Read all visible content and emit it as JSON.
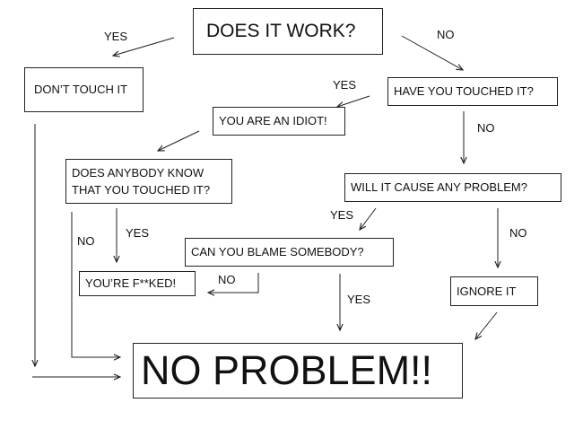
{
  "boxes": {
    "does_it_work": "DOES IT WORK?",
    "dont_touch_it": "DON’T TOUCH IT",
    "have_you_touched_it": "HAVE YOU TOUCHED IT?",
    "you_are_an_idiot": "YOU ARE AN IDIOT!",
    "does_anybody_know_line1": "DOES ANYBODY KNOW",
    "does_anybody_know_line2": "THAT YOU TOUCHED IT?",
    "will_it_cause_problem": "WILL IT CAUSE ANY PROBLEM?",
    "can_you_blame_somebody": "CAN YOU BLAME SOMEBODY?",
    "youre_fked": "YOU’RE F**KED!",
    "ignore_it": "IGNORE IT",
    "no_problem": "NO PROBLEM!!"
  },
  "labels": {
    "yes_does_it_work": "YES",
    "no_does_it_work": "NO",
    "yes_have_touched": "YES",
    "no_have_touched": "NO",
    "yes_cause_problem": "YES",
    "no_cause_problem": "NO",
    "yes_anybody_know": "YES",
    "no_anybody_know": "NO",
    "no_blame": "NO",
    "yes_blame": "YES"
  },
  "colors": {
    "stroke": "#222222",
    "background": "#ffffff"
  }
}
